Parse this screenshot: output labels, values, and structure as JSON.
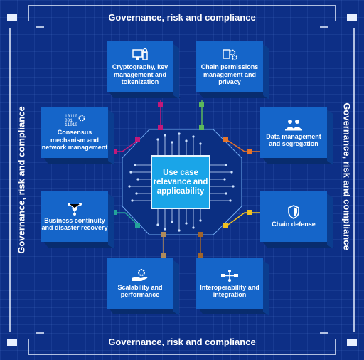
{
  "frame_label_top": "Governance, risk and compliance",
  "frame_label_bottom": "Governance, risk and compliance",
  "frame_label_left": "Governance, risk and compliance",
  "frame_label_right": "Governance, risk and compliance",
  "center": "Use case relevance and applicability",
  "binary_text": "10110\n001\n11010",
  "colors": {
    "background": "#0d2f86",
    "box_face": "#1565c9",
    "chip": "#1aa5e8",
    "pink": "#c2187a",
    "green": "#5cb85c",
    "orange": "#e6742a",
    "teal": "#22a39a",
    "yellow": "#f0c020",
    "tan": "#b08a5a",
    "brown": "#a0642a"
  },
  "nodes": [
    {
      "id": "crypto",
      "label": "Cryptography, key management and tokenization",
      "icon": "devices-icon"
    },
    {
      "id": "chain-perm",
      "label": "Chain permissions management and privacy",
      "icon": "gears-icon"
    },
    {
      "id": "consensus",
      "label": "Consensus mechanism and network management",
      "icon": "binary-gear-icon"
    },
    {
      "id": "data",
      "label": "Data management and segregation",
      "icon": "people-icon"
    },
    {
      "id": "business",
      "label": "Business continuity and disaster recovery",
      "icon": "network-icon"
    },
    {
      "id": "defense",
      "label": "Chain defense",
      "icon": "shield-icon"
    },
    {
      "id": "scalability",
      "label": "Scalability and performance",
      "icon": "hand-gear-icon"
    },
    {
      "id": "interop",
      "label": "Interoperability and integration",
      "icon": "connect-icon"
    }
  ]
}
